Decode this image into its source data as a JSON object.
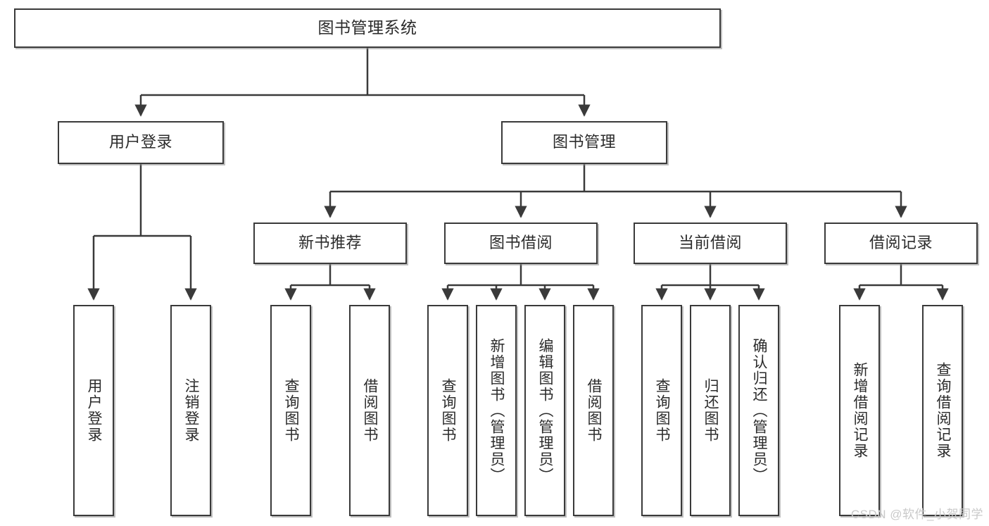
{
  "diagram": {
    "title": "图书管理系统",
    "type": "function-structure-tree",
    "colors": {
      "box_border": "#3a3a3a",
      "box_fill": "#ffffff",
      "edge": "#3a3a3a",
      "text": "#2b2b2b",
      "watermark": "#c9c9c9"
    },
    "root": {
      "label": "图书管理系统"
    },
    "level2": [
      {
        "id": "user-login",
        "label": "用户登录"
      },
      {
        "id": "book-manage",
        "label": "图书管理"
      }
    ],
    "level3": [
      {
        "id": "new-book-recommend",
        "label": "新书推荐"
      },
      {
        "id": "book-borrow",
        "label": "图书借阅"
      },
      {
        "id": "current-borrow",
        "label": "当前借阅"
      },
      {
        "id": "borrow-record",
        "label": "借阅记录"
      }
    ],
    "leaves": {
      "user-login": [
        {
          "id": "leaf-user-login",
          "label": "用户登录"
        },
        {
          "id": "leaf-logout-login",
          "label": "注销登录"
        }
      ],
      "new-book-recommend": [
        {
          "id": "leaf-query-book-1",
          "label": "查询图书"
        },
        {
          "id": "leaf-borrow-book-1",
          "label": "借阅图书"
        }
      ],
      "book-borrow": [
        {
          "id": "leaf-query-book-2",
          "label": "查询图书"
        },
        {
          "id": "leaf-add-book",
          "label": "新增图书（管理员）"
        },
        {
          "id": "leaf-edit-book",
          "label": "编辑图书（管理员）"
        },
        {
          "id": "leaf-borrow-book-2",
          "label": "借阅图书"
        }
      ],
      "current-borrow": [
        {
          "id": "leaf-query-book-3",
          "label": "查询图书"
        },
        {
          "id": "leaf-return-book",
          "label": "归还图书"
        },
        {
          "id": "leaf-confirm-return",
          "label": "确认归还（管理员）"
        }
      ],
      "borrow-record": [
        {
          "id": "leaf-add-record",
          "label": "新增借阅记录"
        },
        {
          "id": "leaf-query-record",
          "label": "查询借阅记录"
        }
      ]
    }
  },
  "watermark": {
    "text": "CSDN @软件_小贺同学"
  }
}
